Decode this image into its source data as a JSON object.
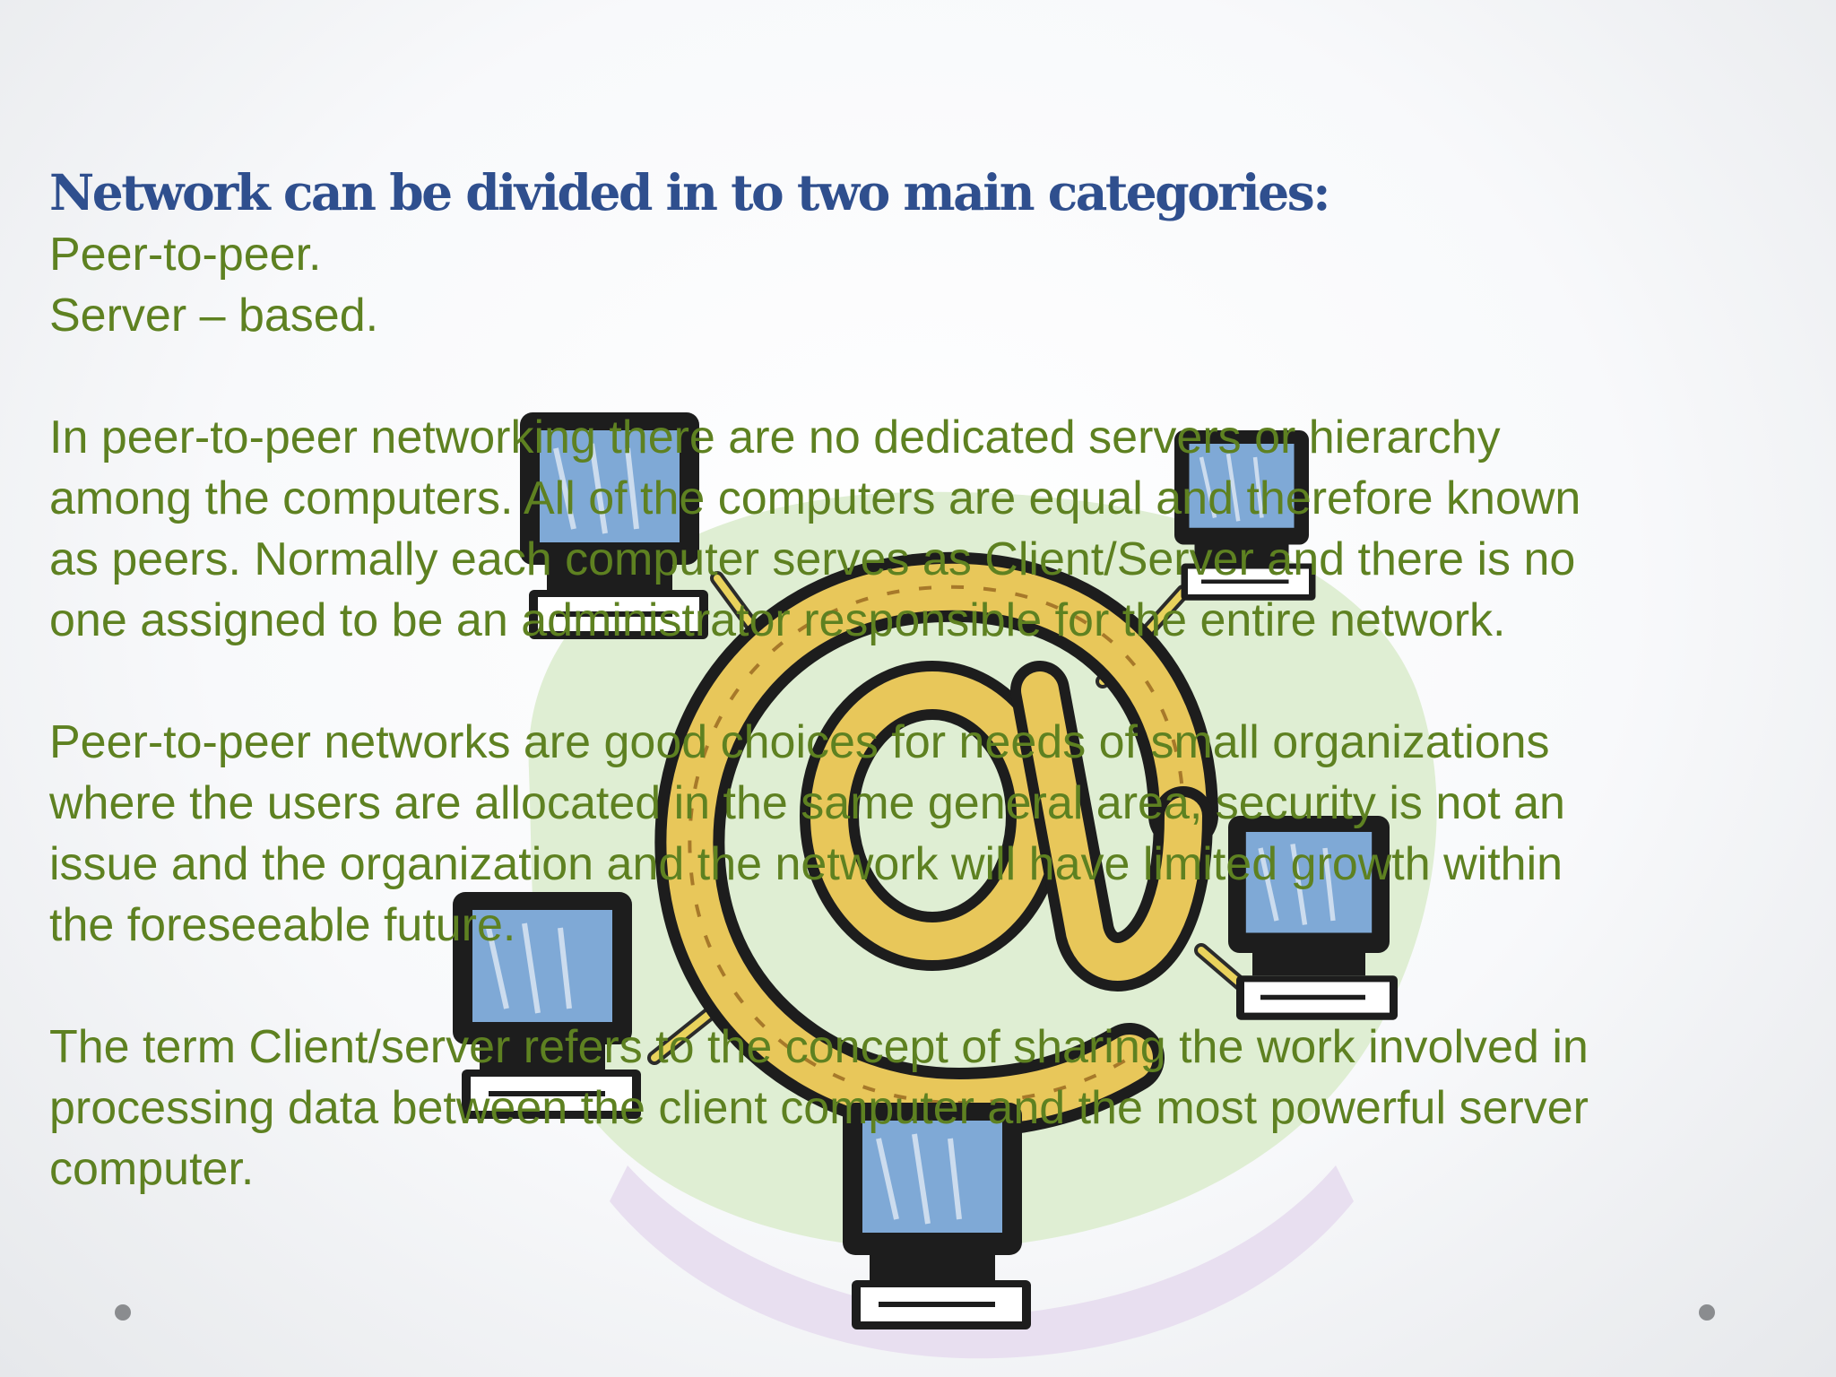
{
  "slide": {
    "heading": "Network can be divided in to two main categories:",
    "categories": [
      "Peer-to-peer.",
      "Server – based."
    ],
    "paragraph_peer": [
      "In peer-to-peer networking there are no dedicated servers or hierarchy",
      "among the computers. All of the computers are equal and therefore known",
      "as peers. Normally each computer serves as Client/Server and there is no",
      "one assigned to be an administrator responsible for the entire network."
    ],
    "paragraph_use": [
      "Peer-to-peer networks are good choices for needs of small organizations",
      "where the users are allocated in the same general area, security is not an",
      "issue and the organization and the network will have limited growth within",
      "the foreseeable future."
    ],
    "paragraph_client_server": [
      "The term Client/server refers to the concept of sharing the work involved in",
      "processing data between the client computer and the most powerful server",
      "computer."
    ]
  },
  "colors": {
    "heading": "#2f4f8e",
    "body_text": "#5e8121",
    "at_sign": "#e8c75a",
    "monitor_screen": "#7fa9d6"
  },
  "icons": [
    "at-sign-icon",
    "computer-icon"
  ]
}
